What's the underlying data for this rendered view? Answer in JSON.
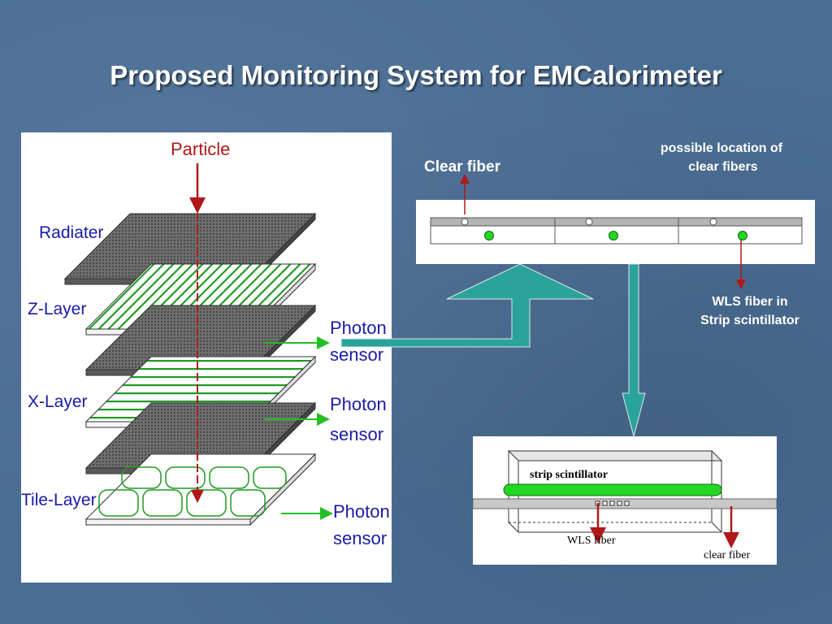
{
  "title": "Proposed Monitoring System for EMCalorimeter",
  "layers_diagram": {
    "particle_label": "Particle",
    "radiator_label": "Radiater",
    "z_layer_label": "Z-Layer",
    "x_layer_label": "X-Layer",
    "tile_layer_label": "Tile-Layer",
    "photon_sensors": [
      {
        "line1": "Photon",
        "line2": "sensor"
      },
      {
        "line1": "Photon",
        "line2": "sensor"
      },
      {
        "line1": "Photon",
        "line2": "sensor"
      }
    ]
  },
  "strip_view": {
    "clear_fiber_label": "Clear fiber",
    "possible_location_line1": "possible location of",
    "possible_location_line2": "clear fibers",
    "wls_line1": "WLS fiber in",
    "wls_line2": "Strip scintillator"
  },
  "detail_view": {
    "strip_label": "strip scintillator",
    "wls_label": "WLS fiber",
    "clear_label": "clear fiber"
  },
  "colors": {
    "background": "#4a6d93",
    "arrow_teal": "#2aa39a",
    "arrow_red": "#b01818",
    "fiber_green": "#22d822",
    "plate_gray": "#787878"
  }
}
